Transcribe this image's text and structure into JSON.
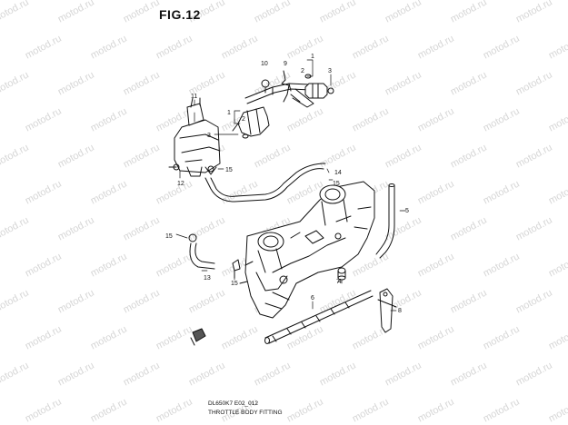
{
  "figure": {
    "title": "FIG.12",
    "code": "DL650K7 E02_012",
    "caption": "THROTTLE BODY FITTING"
  },
  "watermark": "motod.ru",
  "callouts": [
    "1",
    "2",
    "3",
    "4",
    "5",
    "6",
    "7",
    "8",
    "9",
    "10",
    "11",
    "12",
    "13",
    "14",
    "15"
  ]
}
